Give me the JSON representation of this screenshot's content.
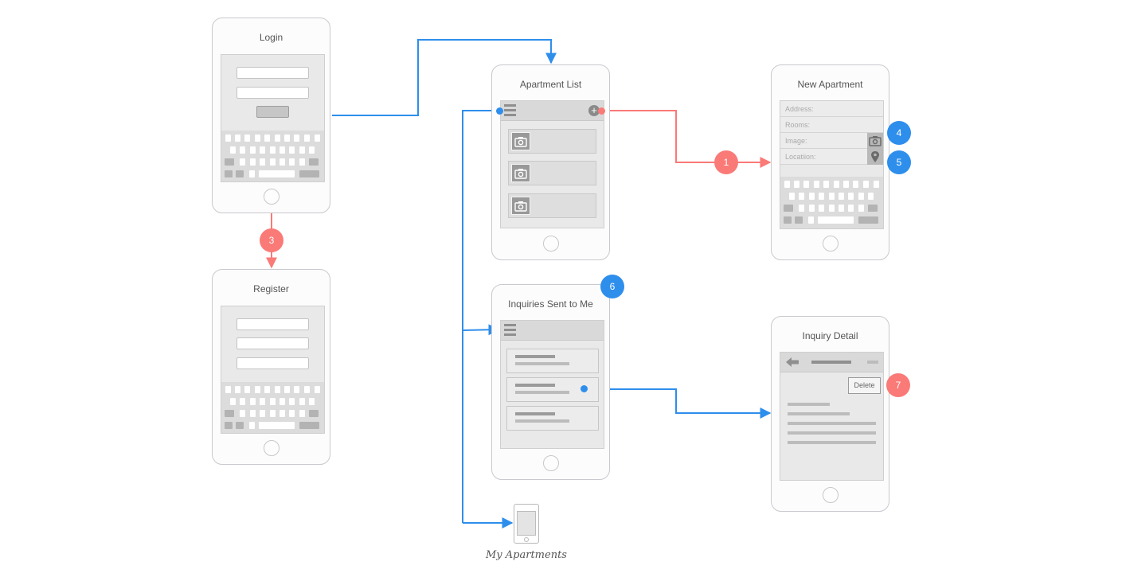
{
  "screens": {
    "login": {
      "title": "Login"
    },
    "register": {
      "title": "Register"
    },
    "apartment_list": {
      "title": "Apartment List",
      "add_symbol": "+"
    },
    "inquiries": {
      "title": "Inquiries Sent to Me"
    },
    "new_apartment": {
      "title": "New Apartment",
      "fields": {
        "address": "Address:",
        "rooms": "Rooms:",
        "image": "Image:",
        "location": "Locatiion:"
      }
    },
    "inquiry_detail": {
      "title": "Inquiry Detail",
      "delete_label": "Delete"
    }
  },
  "badges": {
    "b1": "1",
    "b3": "3",
    "b4": "4",
    "b5": "5",
    "b6": "6",
    "b7": "7"
  },
  "caption": "My Apartments",
  "colors": {
    "blue": "#2e8eec",
    "red": "#fa7a77",
    "frame": "#c9c9cf",
    "screen": "#e9e9e9"
  },
  "icons": [
    "camera-icon",
    "location-pin-icon",
    "hamburger-menu-icon",
    "back-arrow-icon",
    "plus-icon"
  ]
}
